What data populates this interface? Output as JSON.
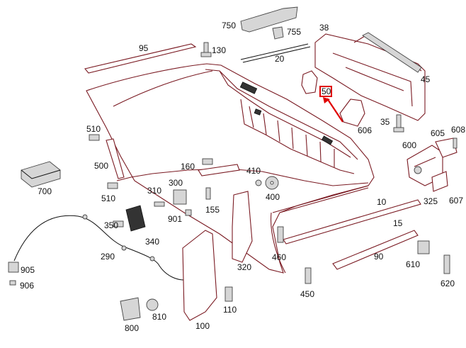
{
  "highlight": {
    "label": "50",
    "color": "#e00000"
  },
  "labels": [
    "750",
    "755",
    "38",
    "95",
    "130",
    "20",
    "45",
    "50",
    "606",
    "35",
    "605",
    "608",
    "510",
    "500",
    "600",
    "700",
    "160",
    "410",
    "300",
    "310",
    "400",
    "155",
    "510",
    "901",
    "325",
    "607",
    "10",
    "350",
    "340",
    "15",
    "290",
    "460",
    "905",
    "906",
    "320",
    "90",
    "610",
    "450",
    "110",
    "810",
    "620",
    "800",
    "100"
  ],
  "colors": {
    "outline": "#7a1a22",
    "text": "#111111",
    "highlight": "#e00000"
  }
}
